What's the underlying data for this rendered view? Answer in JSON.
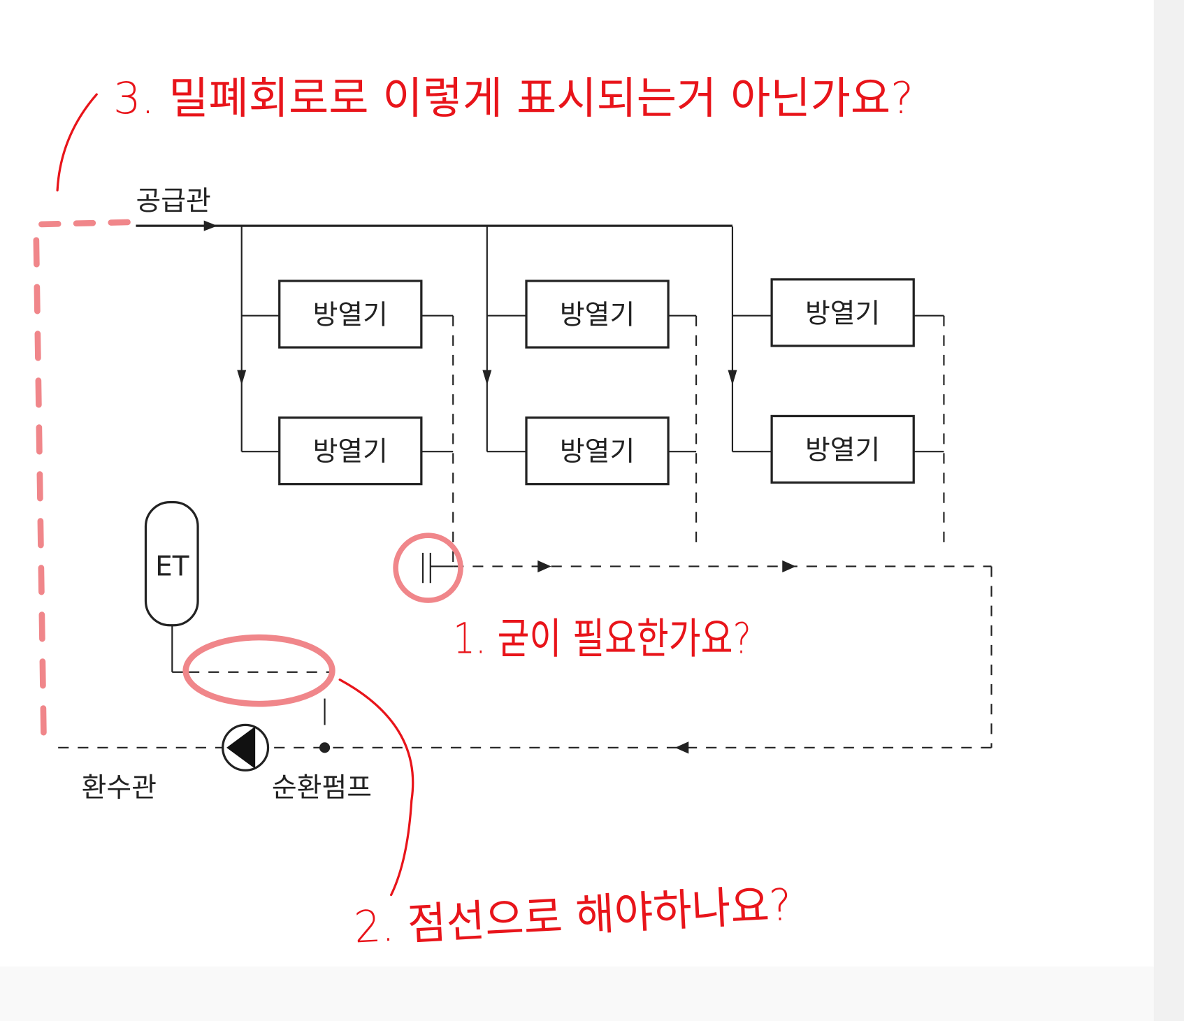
{
  "diagram": {
    "supply_pipe_label": "공급관",
    "return_pipe_label": "환수관",
    "pump_label": "순환펌프",
    "expansion_tank_label": "ET",
    "radiators": [
      "방열기",
      "방열기",
      "방열기",
      "방열기",
      "방열기",
      "방열기"
    ]
  },
  "annotations": {
    "note1": "1. 굳이 필요한가요?",
    "note2": "2. 점선으로 해야하나요?",
    "note3": "3. 밀폐회로로 이렇게 표시되는거 아닌가요?"
  },
  "colors": {
    "annotation_red": "#e8141a",
    "highlight_pink": "#f0868a",
    "pipe": "#222222"
  }
}
